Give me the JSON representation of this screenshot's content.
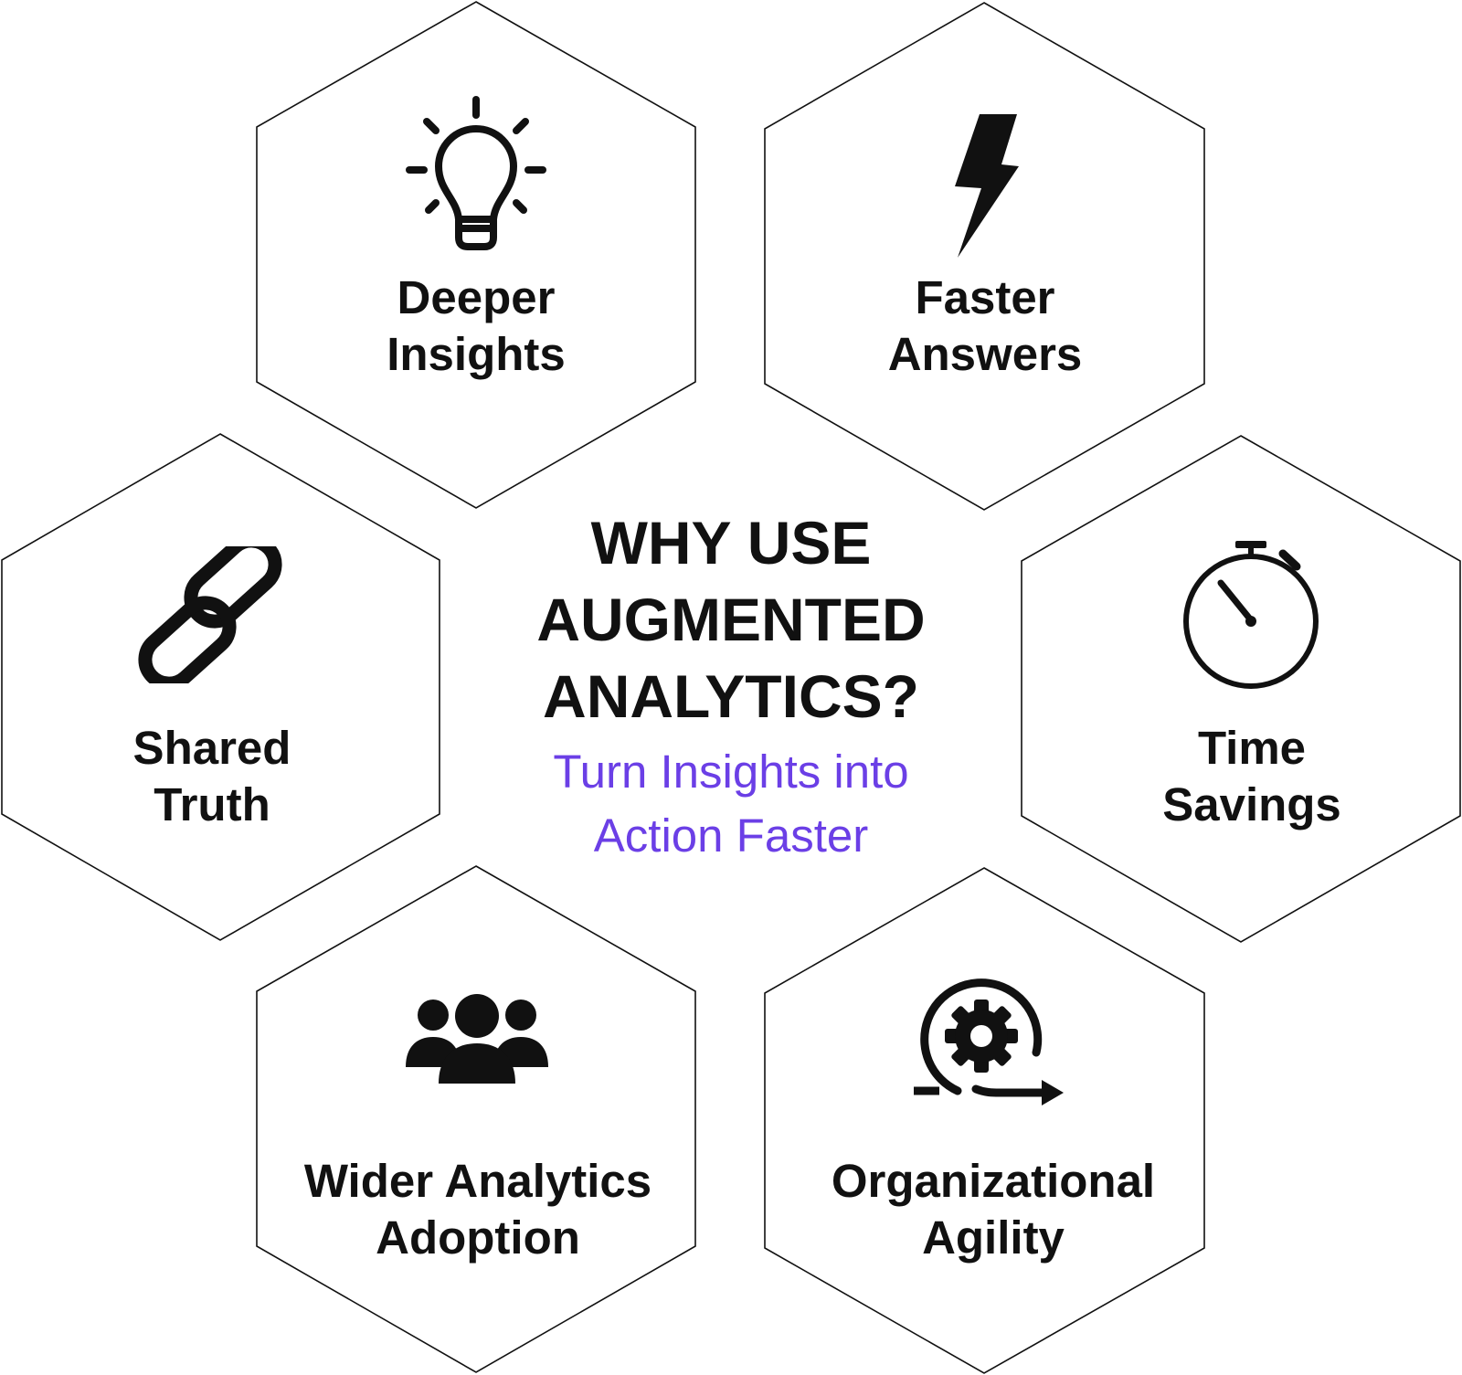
{
  "center": {
    "title_lines": [
      "WHY USE",
      "AUGMENTED",
      "ANALYTICS?"
    ],
    "subtitle_lines": [
      "Turn Insights into",
      "Action Faster"
    ]
  },
  "colors": {
    "text": "#111111",
    "accent": "#6B3FE6",
    "stroke": "#111111",
    "background": "#ffffff"
  },
  "benefits": [
    {
      "id": "deeper-insights",
      "icon": "lightbulb-icon",
      "lines": [
        "Deeper",
        "Insights"
      ]
    },
    {
      "id": "faster-answers",
      "icon": "lightning-bolt-icon",
      "lines": [
        "Faster",
        "Answers"
      ]
    },
    {
      "id": "shared-truth",
      "icon": "chain-link-icon",
      "lines": [
        "Shared",
        "Truth"
      ]
    },
    {
      "id": "time-savings",
      "icon": "stopwatch-icon",
      "lines": [
        "Time",
        "Savings"
      ]
    },
    {
      "id": "wider-analytics-adoption",
      "icon": "people-group-icon",
      "lines": [
        "Wider Analytics",
        "Adoption"
      ]
    },
    {
      "id": "organizational-agility",
      "icon": "gear-cycle-icon",
      "lines": [
        "Organizational",
        "Agility"
      ]
    }
  ]
}
